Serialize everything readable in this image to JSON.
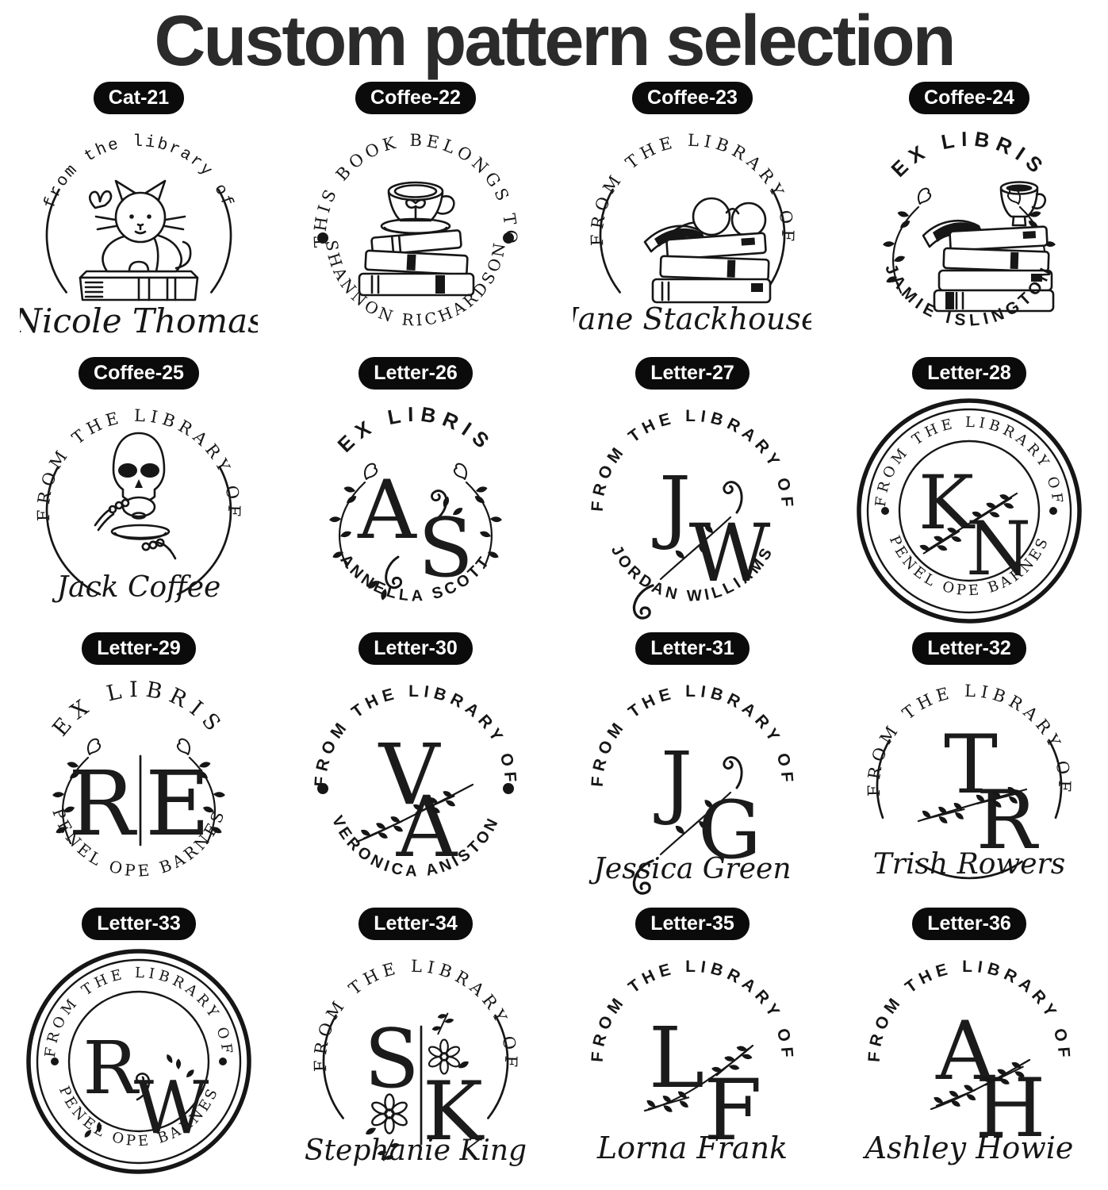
{
  "title": "Custom pattern selection",
  "colors": {
    "background": "#ffffff",
    "ink": "#161616",
    "badge_bg": "#0b0b0b",
    "badge_text": "#ffffff",
    "title_text": "#2b2b2b"
  },
  "stamps": [
    {
      "id": "cat-21",
      "label": "Cat-21",
      "top_text": "from the library of",
      "top_style": "mono",
      "center": {
        "type": "cat"
      },
      "bottom": {
        "style": "script",
        "text": "Nicole Thomas"
      },
      "frame": "side-arcs"
    },
    {
      "id": "coffee-22",
      "label": "Coffee-22",
      "top_text": "THIS BOOK BELONGS TO",
      "top_style": "serif",
      "center": {
        "type": "books-cup"
      },
      "bottom": {
        "style": "arc-serif",
        "text": "SHANNON RICHARDSON"
      },
      "frame": "dots"
    },
    {
      "id": "coffee-23",
      "label": "Coffee-23",
      "top_text": "FROM THE LIBRARY OF",
      "top_style": "serif",
      "center": {
        "type": "books-glasses"
      },
      "bottom": {
        "style": "script",
        "text": "Jane Stackhouse"
      },
      "frame": "side-arcs"
    },
    {
      "id": "coffee-24",
      "label": "Coffee-24",
      "top_text": "EX LIBRIS",
      "top_style": "sans",
      "center": {
        "type": "books-mug"
      },
      "bottom": {
        "style": "arc-sans",
        "text": "JAMIE ISLINGTON"
      },
      "frame": "floral"
    },
    {
      "id": "coffee-25",
      "label": "Coffee-25",
      "top_text": "FROM THE LIBRARY OF",
      "top_style": "serif",
      "center": {
        "type": "skull"
      },
      "bottom": {
        "style": "script",
        "text": "Jack Coffee"
      },
      "frame": "near-circle"
    },
    {
      "id": "letter-26",
      "label": "Letter-26",
      "top_text": "EX LIBRIS",
      "top_style": "sans",
      "center": {
        "type": "monogram",
        "variant": "as",
        "letters": [
          "A",
          "S"
        ]
      },
      "bottom": {
        "style": "arc-sans",
        "text": "ANNELLA SCOTT"
      },
      "frame": "floral"
    },
    {
      "id": "letter-27",
      "label": "Letter-27",
      "top_text": "FROM THE LIBRARY OF",
      "top_style": "sans",
      "center": {
        "type": "monogram",
        "variant": "jw",
        "letters": [
          "J",
          "W"
        ]
      },
      "bottom": {
        "style": "arc-sans",
        "text": "JORDAN WILLIAMS"
      },
      "frame": "none"
    },
    {
      "id": "letter-28",
      "label": "Letter-28",
      "top_text": "FROM THE LIBRARY OF",
      "top_style": "serif",
      "center": {
        "type": "monogram",
        "variant": "kn",
        "letters": [
          "K",
          "N"
        ]
      },
      "bottom": {
        "style": "arc-serif",
        "text": "PENEL OPE BARNES"
      },
      "frame": "seal"
    },
    {
      "id": "letter-29",
      "label": "Letter-29",
      "top_text": "EX LIBRIS",
      "top_style": "serif",
      "center": {
        "type": "monogram",
        "variant": "re",
        "letters": [
          "R",
          "E"
        ]
      },
      "bottom": {
        "style": "arc-serif",
        "text": "PENEL OPE BARNES"
      },
      "frame": "floral"
    },
    {
      "id": "letter-30",
      "label": "Letter-30",
      "top_text": "FROM THE LIBRARY OF",
      "top_style": "sans",
      "center": {
        "type": "monogram",
        "variant": "va",
        "letters": [
          "V",
          "A"
        ]
      },
      "bottom": {
        "style": "arc-sans",
        "text": "VERONICA ANISTON"
      },
      "frame": "dots"
    },
    {
      "id": "letter-31",
      "label": "Letter-31",
      "top_text": "FROM THE LIBRARY OF",
      "top_style": "sans",
      "center": {
        "type": "monogram",
        "variant": "jg",
        "letters": [
          "J",
          "G"
        ]
      },
      "bottom": {
        "style": "script",
        "text": "Jessica Green"
      },
      "frame": "none"
    },
    {
      "id": "letter-32",
      "label": "Letter-32",
      "top_text": "FROM THE LIBRARY OF",
      "top_style": "serif",
      "center": {
        "type": "monogram",
        "variant": "tr",
        "letters": [
          "T",
          "R"
        ]
      },
      "bottom": {
        "style": "script",
        "text": "Trish Rowers"
      },
      "frame": "bottom-arc"
    },
    {
      "id": "letter-33",
      "label": "Letter-33",
      "top_text": "FROM THE LIBRARY OF",
      "top_style": "serif",
      "center": {
        "type": "monogram",
        "variant": "rw",
        "letters": [
          "R",
          "W"
        ]
      },
      "bottom": {
        "style": "arc-serif",
        "text": "PENEL OPE BARNES"
      },
      "frame": "seal"
    },
    {
      "id": "letter-34",
      "label": "Letter-34",
      "top_text": "FROM THE LIBRARY OF",
      "top_style": "serif",
      "center": {
        "type": "monogram",
        "variant": "sk",
        "letters": [
          "S",
          "K"
        ]
      },
      "bottom": {
        "style": "script",
        "text": "Stephanie King"
      },
      "frame": "side-arcs"
    },
    {
      "id": "letter-35",
      "label": "Letter-35",
      "top_text": "FROM THE LIBRARY OF",
      "top_style": "sans",
      "center": {
        "type": "monogram",
        "variant": "lf",
        "letters": [
          "L",
          "F"
        ]
      },
      "bottom": {
        "style": "script",
        "text": "Lorna Frank"
      },
      "frame": "none"
    },
    {
      "id": "letter-36",
      "label": "Letter-36",
      "top_text": "FROM THE LIBRARY OF",
      "top_style": "sans",
      "center": {
        "type": "monogram",
        "variant": "ah",
        "letters": [
          "A",
          "H"
        ]
      },
      "bottom": {
        "style": "script",
        "text": "Ashley Howie"
      },
      "frame": "none"
    }
  ]
}
